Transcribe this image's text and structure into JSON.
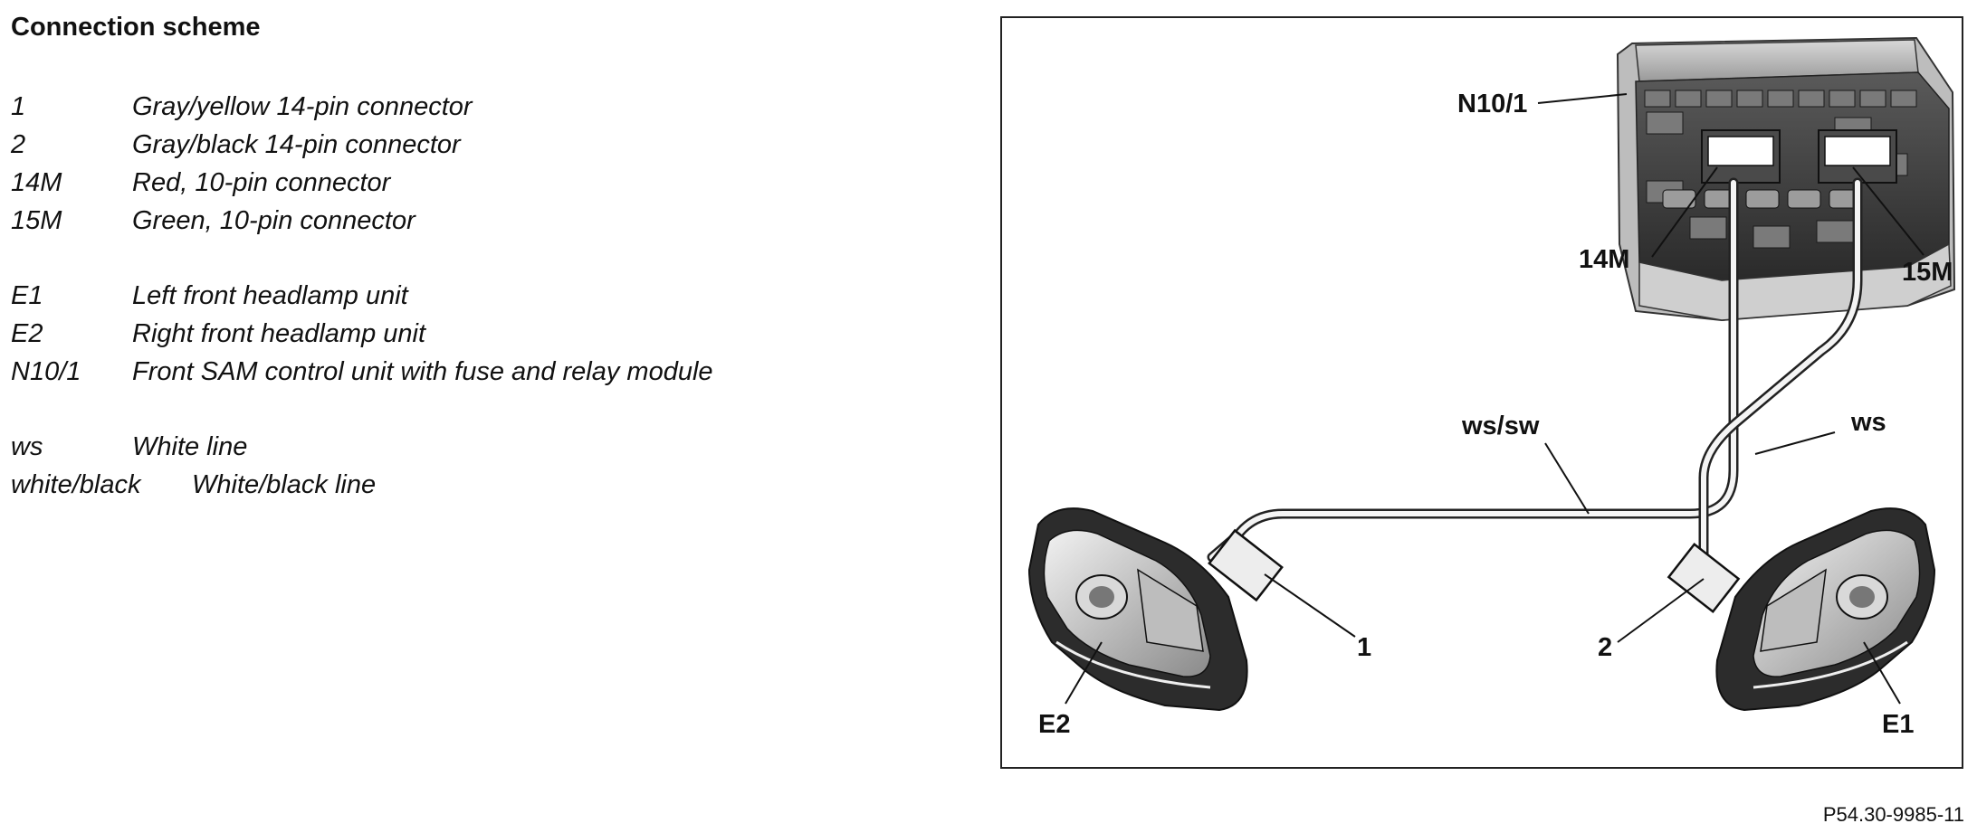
{
  "title": "Connection scheme",
  "legend": [
    {
      "code": "1",
      "desc": "Gray/yellow 14-pin connector"
    },
    {
      "code": "2",
      "desc": "Gray/black 14-pin connector"
    },
    {
      "code": "14M",
      "desc": "Red, 10-pin connector"
    },
    {
      "code": "15M",
      "desc": "Green, 10-pin connector"
    },
    {
      "code": "E1",
      "desc": "Left front headlamp unit"
    },
    {
      "code": "E2",
      "desc": "Right front headlamp unit"
    },
    {
      "code": "N10/1",
      "desc": "Front SAM control unit with fuse and relay module"
    },
    {
      "code": "ws",
      "desc": "White line"
    },
    {
      "code": "white/black",
      "desc": "White/black line"
    }
  ],
  "figure_id": "P54.30-9985-11",
  "diagram": {
    "labels": {
      "n10_1": "N10/1",
      "m14": "14M",
      "m15": "15M",
      "ws_sw": "ws/sw",
      "ws": "ws",
      "c1": "1",
      "c2": "2",
      "e2": "E2",
      "e1": "E1"
    }
  }
}
